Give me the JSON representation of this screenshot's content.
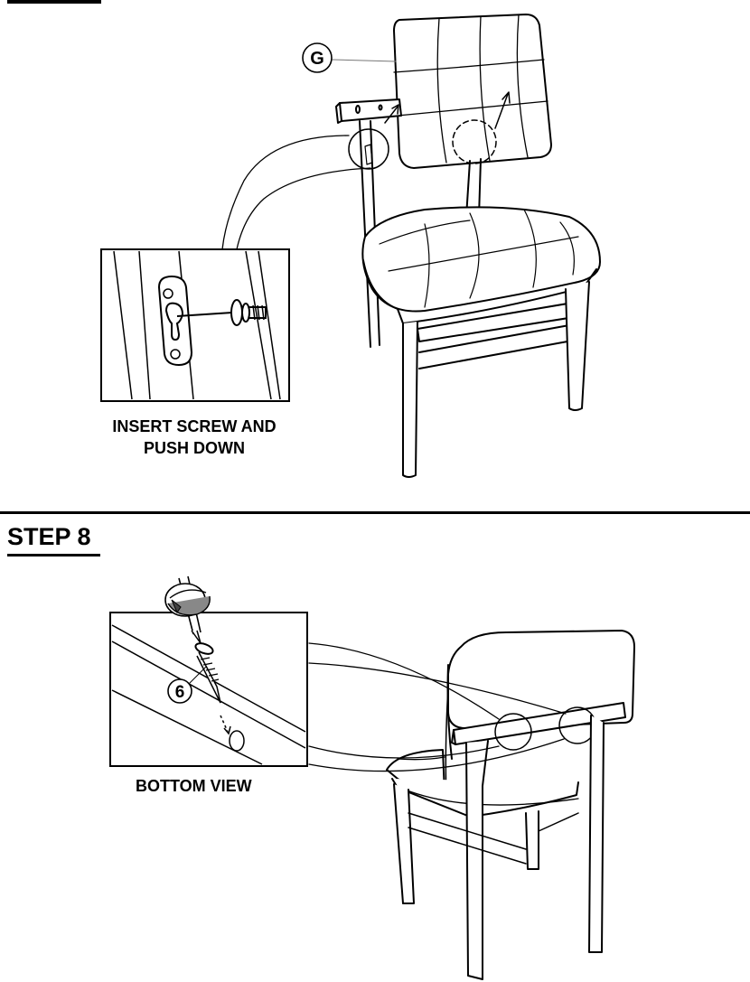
{
  "step7": {
    "part_label": "G",
    "caption_line1": "INSERT SCREW AND",
    "caption_line2": "PUSH DOWN"
  },
  "step8": {
    "title": "STEP 8",
    "screw_label": "6",
    "caption": "BOTTOM VIEW"
  }
}
